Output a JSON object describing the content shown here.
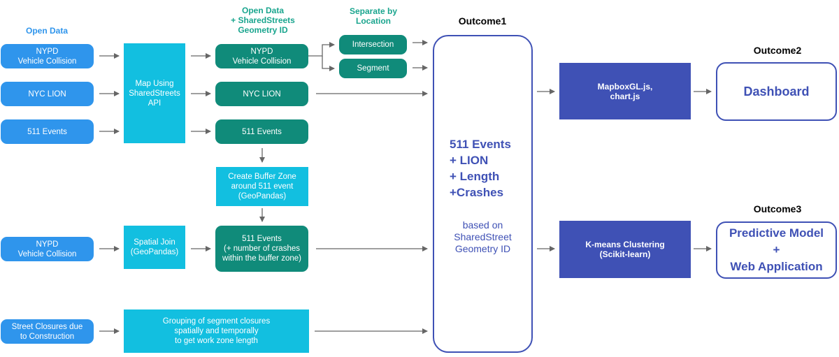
{
  "headers": {
    "open_data": "Open Data",
    "open_data_ss": "Open Data\n+ SharedStreets\nGeometry ID",
    "separate": "Separate by\nLocation",
    "outcome1": "Outcome1",
    "outcome2": "Outcome2",
    "outcome3": "Outcome3"
  },
  "sources": {
    "nypd_1": "NYPD\nVehicle Collision",
    "nyc_lion": "NYC LION",
    "events_511": "511 Events",
    "nypd_2": "NYPD\nVehicle Collision",
    "street_closures": "Street Closures due\nto Construction"
  },
  "processes": {
    "map_shared": "Map Using\nSharedStreets\nAPI",
    "spatial_join": "Spatial Join\n(GeoPandas)",
    "buffer_zone": "Create Buffer Zone\naround 511 event\n(GeoPandas)",
    "grouping": "Grouping of segment closures\nspatially and temporally\nto get work zone length"
  },
  "mapped": {
    "nypd": "NYPD\nVehicle Collision",
    "nyc_lion": "NYC LION",
    "events_511": "511 Events",
    "events_crashes": "511 Events\n(+ number of crashes\nwithin the buffer zone)"
  },
  "location": {
    "intersection": "Intersection",
    "segment": "Segment"
  },
  "outcome1": {
    "title": "511 Events\n+ LION\n+ Length\n+Crashes",
    "subtitle": "based on\nSharedStreet\nGeometry ID"
  },
  "tools": {
    "mapbox": "MapboxGL.js,\nchart.js",
    "kmeans": "K-means Clustering\n(Scikit-learn)"
  },
  "results": {
    "dashboard": "Dashboard",
    "predictive": "Predictive Model\n+\nWeb Application"
  },
  "colors": {
    "source_blue": "#2f95ec",
    "process_cyan": "#12bfe0",
    "mapped_teal": "#108b7a",
    "outcome_indigo": "#3f51b5",
    "arrow_gray": "#666666"
  }
}
